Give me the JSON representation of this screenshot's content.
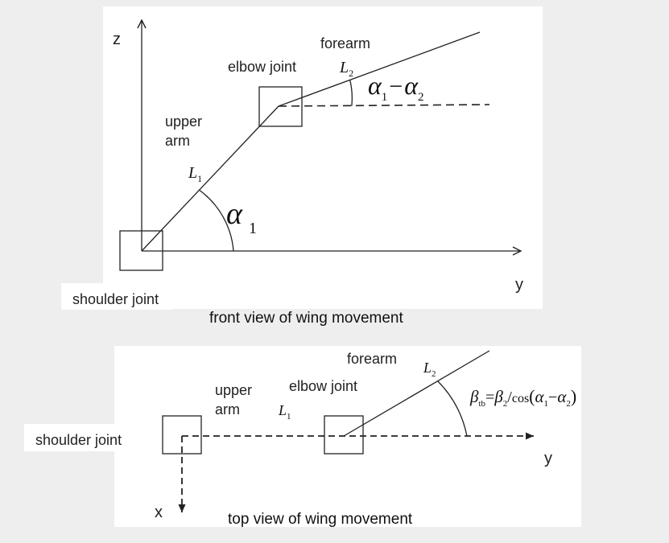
{
  "front_view": {
    "caption": "front view of wing movement",
    "axis_z": "z",
    "axis_y": "y",
    "shoulder_joint": "shoulder joint",
    "elbow_joint": "elbow joint",
    "upper_arm_line1": "upper",
    "upper_arm_line2": "arm",
    "forearm": "forearm",
    "l1_main": "L",
    "l1_sub": "1",
    "l2_main": "L",
    "l2_sub": "2",
    "alpha1_main": "α",
    "alpha1_sub": "1",
    "diff_alpha_a": "α",
    "diff_alpha_a_sub": "1",
    "diff_minus": "−",
    "diff_alpha_b": "α",
    "diff_alpha_b_sub": "2"
  },
  "top_view": {
    "caption": "top view of wing movement",
    "axis_x": "x",
    "axis_y": "y",
    "shoulder_joint": "shoulder joint",
    "elbow_joint": "elbow joint",
    "upper_arm_line1": "upper",
    "upper_arm_line2": "arm",
    "forearm": "forearm",
    "l1_main": "L",
    "l1_sub": "1",
    "l2_main": "L",
    "l2_sub": "2",
    "formula": {
      "beta_a": "β",
      "beta_a_sub": "tb",
      "equals": "=",
      "beta_b": "β",
      "beta_b_sub": "2",
      "slash": "/",
      "cos": "cos",
      "open": "(",
      "alpha_a": "α",
      "alpha_a_sub": "1",
      "minus": "−",
      "alpha_b": "α",
      "alpha_b_sub": "2",
      "close": ")"
    }
  },
  "colors": {
    "panel_bg": "#ffffff",
    "page_bg": "#eeeeee",
    "line": "#222222"
  }
}
